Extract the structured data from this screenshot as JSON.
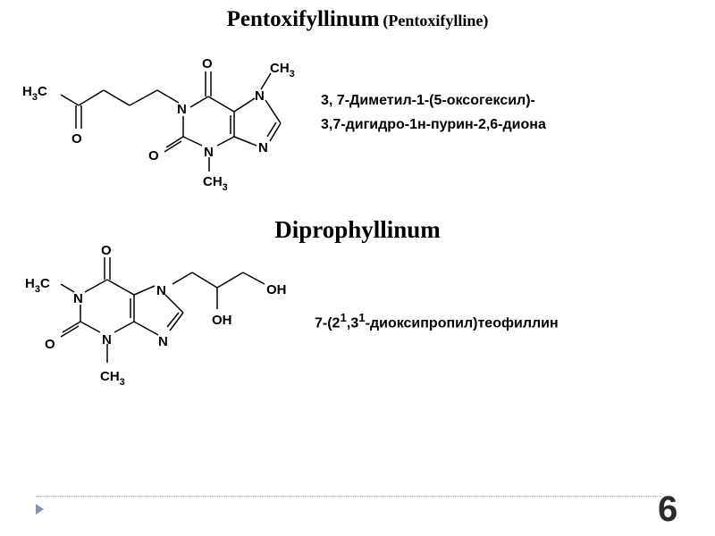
{
  "slide": {
    "title1_main": "Pentoxifyllinum",
    "title1_paren": "(Pentoxifylline)",
    "name1_line1": "3, 7-Диметил-1-(5-оксогексил)-",
    "name1_line2": "3,7-дигидро-1н-пурин-2,6-диона",
    "title2": "Diprophyllinum",
    "name2_prefix": "7-(2",
    "name2_sup1": "1",
    "name2_mid": ",3",
    "name2_sup2": "1",
    "name2_suffix": "-диоксипропил)теофиллин",
    "page_number": "6"
  },
  "molecule1": {
    "O_top": "O",
    "N1": "N",
    "N7": "N",
    "N9": "N",
    "N3": "N",
    "O_left": "O",
    "O_chain": "O",
    "ch3_top": "CH",
    "ch3_top_sub": "3",
    "ch3_bottom": "CH",
    "ch3_bottom_sub": "3",
    "h3c_h": "H",
    "h3c_sub": "3",
    "h3c_c": "C"
  },
  "molecule2": {
    "O_top": "O",
    "N1": "N",
    "N7": "N",
    "N9": "N",
    "N3": "N",
    "O_left": "O",
    "OH_chain": "OH",
    "OH_end": "OH",
    "ch3_bottom": "CH",
    "ch3_bottom_sub": "3",
    "h3c_h": "H",
    "h3c_sub": "3",
    "h3c_c": "C"
  },
  "colors": {
    "footer_line": "#9aaac4",
    "arrow": "#8193b4",
    "page_number": "#2a2a2a"
  }
}
